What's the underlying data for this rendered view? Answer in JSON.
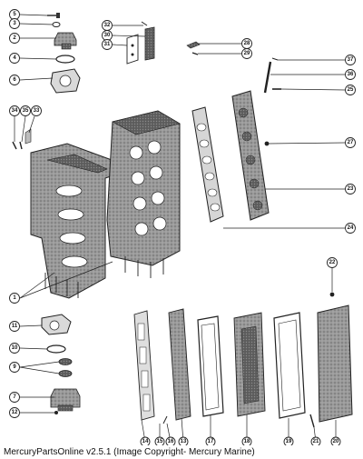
{
  "caption": "MercuryPartsOnline v2.5.1 (Image Copyright- Mercury Marine)",
  "callouts": [
    {
      "label": "5"
    },
    {
      "label": "3"
    },
    {
      "label": "2"
    },
    {
      "label": "4"
    },
    {
      "label": "6"
    },
    {
      "label": "32"
    },
    {
      "label": "30"
    },
    {
      "label": "31"
    },
    {
      "label": "28"
    },
    {
      "label": "29"
    },
    {
      "label": "37"
    },
    {
      "label": "36"
    },
    {
      "label": "25"
    },
    {
      "label": "34"
    },
    {
      "label": "35"
    },
    {
      "label": "33"
    },
    {
      "label": "27"
    },
    {
      "label": "23"
    },
    {
      "label": "24"
    },
    {
      "label": "1"
    },
    {
      "label": "22"
    },
    {
      "label": "11"
    },
    {
      "label": "10"
    },
    {
      "label": "9"
    },
    {
      "label": "7"
    },
    {
      "label": "12"
    },
    {
      "label": "14"
    },
    {
      "label": "15"
    },
    {
      "label": "16"
    },
    {
      "label": "13"
    },
    {
      "label": "17"
    },
    {
      "label": "18"
    },
    {
      "label": "19"
    },
    {
      "label": "21"
    },
    {
      "label": "20"
    }
  ]
}
